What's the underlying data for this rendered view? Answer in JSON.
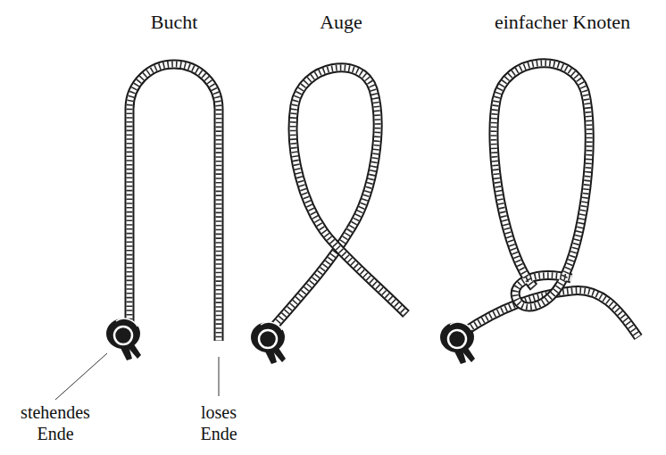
{
  "diagram": {
    "labels": [
      "Bucht",
      "Auge",
      "einfacher Knoten",
      "stehendes Ende",
      "loses Ende"
    ]
  }
}
